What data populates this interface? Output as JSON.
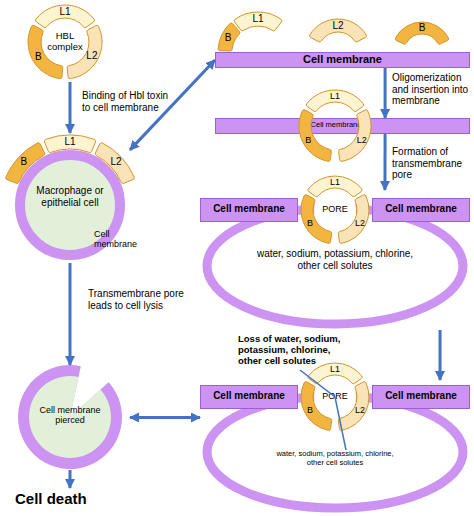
{
  "diagram": {
    "nodes": [
      {
        "text": [
          "HBL complex"
        ]
      },
      {
        "text": [
          "Macrophage or epithelial cell",
          "Cell membrane"
        ]
      },
      {
        "text": [
          "Cell membrane"
        ]
      },
      {
        "text": [
          "Cell membrane"
        ]
      },
      {
        "text": [
          "water, sodium, potassium, chlorine, other cell solutes"
        ]
      },
      {
        "text": [
          "Cell membrane"
        ],
        "in": 4
      },
      {
        "text": [
          "PORE"
        ],
        "in": 4
      },
      {
        "text": [
          "Cell membrane"
        ],
        "in": 4
      },
      {
        "text": [
          "water, sodium, potassium, chlorine, other cell solutes"
        ]
      },
      {
        "text": [
          "Cell membrane"
        ],
        "in": 8
      },
      {
        "text": [
          "PORE"
        ],
        "in": 8
      },
      {
        "text": [
          "Cell membrane"
        ],
        "in": 8
      },
      {
        "text": [
          "Cell membrane pierced"
        ]
      },
      {
        "text": [
          "Cell death"
        ]
      }
    ],
    "edges": [
      {
        "from": 0,
        "to": 1,
        "label": "Binding of Hbl toxin to cell membrane",
        "arrow": "to"
      },
      {
        "from": 1,
        "to": 2,
        "arrow": "both"
      },
      {
        "from": 2,
        "to": 3,
        "label": "Oligomerization and insertion into membrane",
        "arrow": "to"
      },
      {
        "from": 3,
        "to": 4,
        "label": "Formation of transmembrane pore",
        "arrow": "to"
      },
      {
        "from": 4,
        "to": 8,
        "arrow": "to"
      },
      {
        "from": 1,
        "to": 12,
        "label": "Transmembrane pore leads to cell lysis",
        "arrow": "to"
      },
      {
        "from": 12,
        "to": 8,
        "arrow": "both"
      },
      {
        "from": 12,
        "to": 13,
        "arrow": "to"
      }
    ],
    "labels": [
      "L1",
      "B",
      "L2",
      "L1",
      "L2",
      "B",
      "B",
      "L1",
      "B",
      "L2",
      "L1",
      "B",
      "L2",
      "L1",
      "B",
      "L2",
      "Loss of water, sodium, potassium, chlorine, other cell solutes",
      "L1",
      "B",
      "L2"
    ]
  }
}
